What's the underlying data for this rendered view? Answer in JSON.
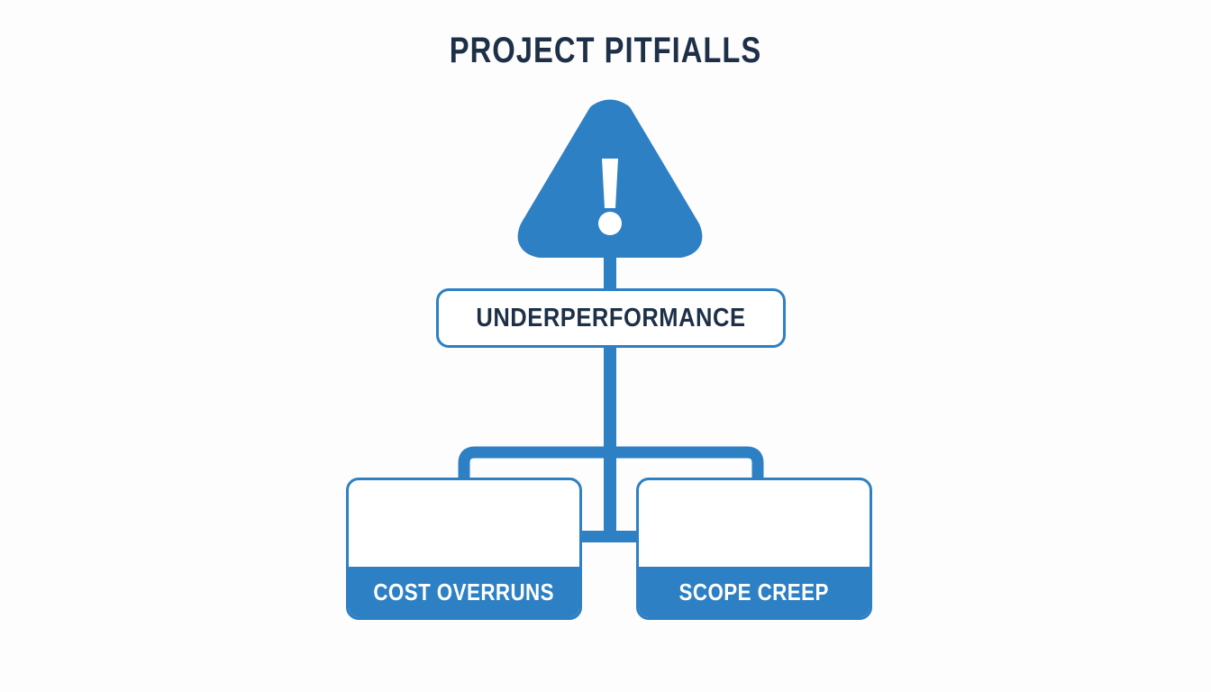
{
  "diagram": {
    "title": "PROJECT PITFIALLS",
    "background_color": "#fdfdfd",
    "accent_color": "#2d80c4",
    "text_color": "#1e3048",
    "root_icon": "warning-triangle-icon",
    "root_node": {
      "label": "UNDERPERFORMANCE"
    },
    "children": [
      {
        "label": "COST OVERRUNS",
        "icon": "money-bag-icon"
      },
      {
        "label": "SCOPE CREEP",
        "icon": "multi-direction-arrows-icon"
      }
    ]
  }
}
